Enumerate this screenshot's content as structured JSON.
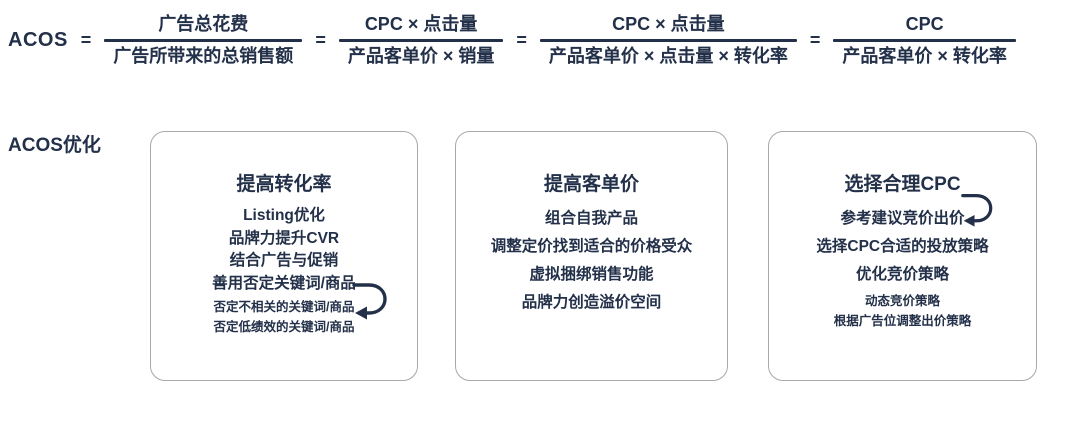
{
  "colors": {
    "text_navy": "#233049",
    "box_border": "#a8a8a8",
    "background": "#ffffff"
  },
  "formula": {
    "lhs": "ACOS",
    "equals": "=",
    "fractions": [
      {
        "num": "广告总花费",
        "den": "广告所带来的总销售额"
      },
      {
        "num": "CPC × 点击量",
        "den": "产品客单价 × 销量"
      },
      {
        "num": "CPC × 点击量",
        "den": "产品客单价 × 点击量 × 转化率"
      },
      {
        "num": "CPC",
        "den": "产品客单价 × 转化率"
      }
    ]
  },
  "section": {
    "label": "ACOS优化",
    "boxes": [
      {
        "title": "提高转化率",
        "items": [
          "Listing优化",
          "品牌力提升CVR",
          "结合广告与促销",
          "善用否定关键词/商品"
        ],
        "subitems": [
          "否定不相关的关键词/商品",
          "否定低绩效的关键词/商品"
        ],
        "arrow_icon": "curved-return-arrow"
      },
      {
        "title": "提高客单价",
        "items": [
          "组合自我产品",
          "调整定价找到适合的价格受众",
          "虚拟捆绑销售功能",
          "品牌力创造溢价空间"
        ],
        "subitems": []
      },
      {
        "title": "选择合理CPC",
        "items": [
          "参考建议竞价出价",
          "选择CPC合适的投放策略",
          "优化竞价策略"
        ],
        "subitems": [
          "动态竞价策略",
          "根据广告位调整出价策略"
        ],
        "arrow_icon": "curved-return-arrow"
      }
    ]
  }
}
